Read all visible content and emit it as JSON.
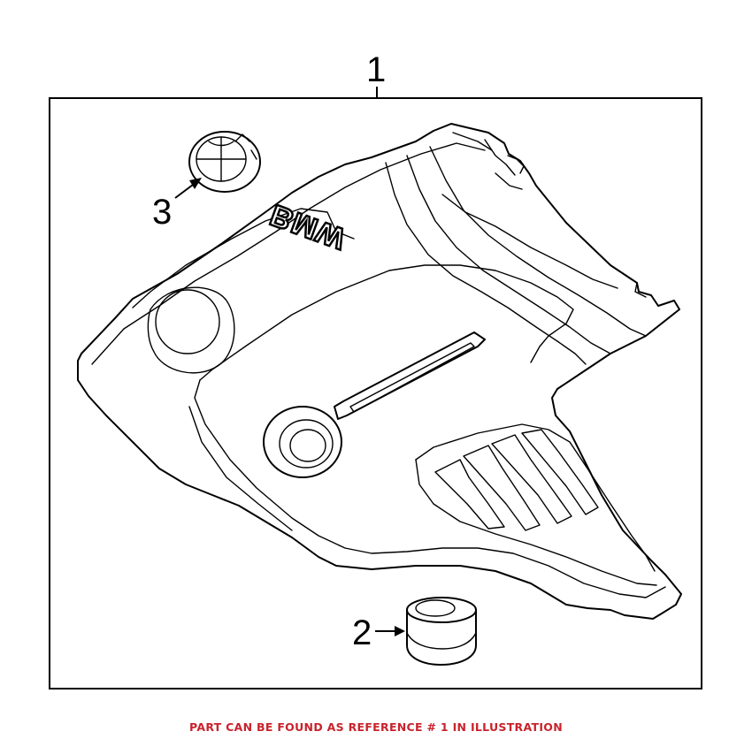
{
  "diagram": {
    "callouts": {
      "ref_1": "1",
      "ref_2": "2",
      "ref_3": "3"
    },
    "emblem_text": "BMW"
  },
  "footer": {
    "note": "PART CAN BE FOUND AS REFERENCE # 1 IN ILLUSTRATION",
    "note_color": "#c8232c"
  }
}
